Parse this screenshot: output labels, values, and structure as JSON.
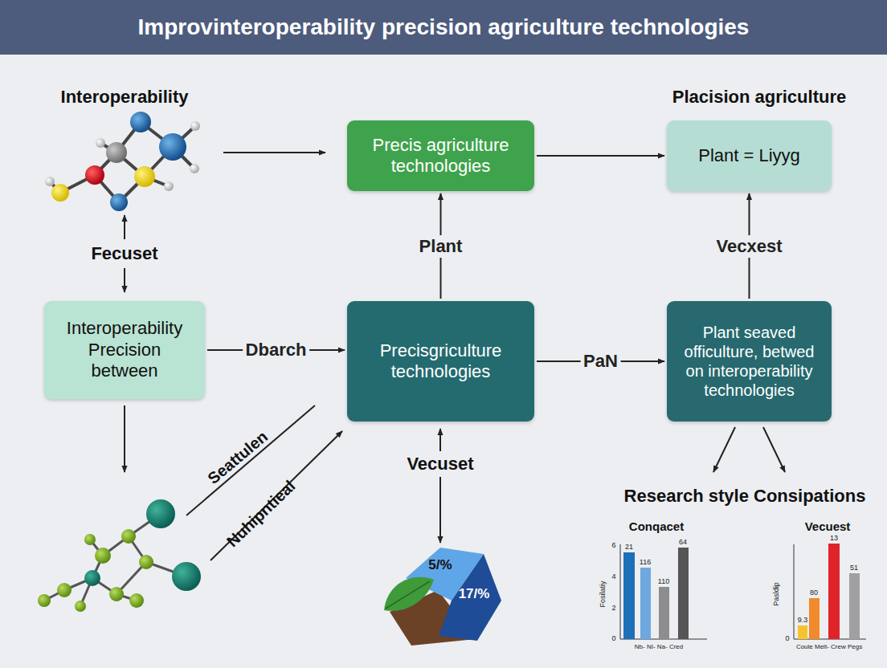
{
  "diagram": {
    "title": "Improvinteroperability precision agriculture technologies",
    "nodes": [
      {
        "text": [
          "Precis agriculture technologies"
        ]
      },
      {
        "text": [
          "Plant = Liyyg"
        ]
      },
      {
        "text": [
          "Interoperability Precision between"
        ]
      },
      {
        "text": [
          "Precisgriculture technologies"
        ]
      },
      {
        "text": [
          "Plant seaved officulture, betwed on interoperability technologies"
        ]
      }
    ],
    "edges": [
      {
        "from": 0,
        "to": 1,
        "arrow": "to"
      },
      {
        "from": 3,
        "to": 0,
        "label": "Plant",
        "arrow": "to"
      },
      {
        "from": 4,
        "to": 1,
        "label": "Vecxest",
        "arrow": "to"
      },
      {
        "from": 2,
        "to": 3,
        "label": "Dbarch",
        "arrow": "to"
      },
      {
        "from": 3,
        "to": 4,
        "label": "PaN",
        "arrow": "to"
      }
    ],
    "labels": [
      "Interoperability",
      "Placision agriculture",
      "Fecuset",
      "Seattulen",
      "Nuhipntieal",
      "Vecuset",
      "5/%",
      "17/%",
      "Research style Consipations",
      "Conqacet",
      "Vecuest",
      "6",
      "4",
      "2",
      "0",
      "21",
      "116",
      "110",
      "64",
      "Fosilatiy",
      "Nb- NI- Na- Cred",
      "0",
      "9.3",
      "80",
      "13",
      "51",
      "Pasldip",
      "Coule Melt- Crew Pegs"
    ]
  }
}
